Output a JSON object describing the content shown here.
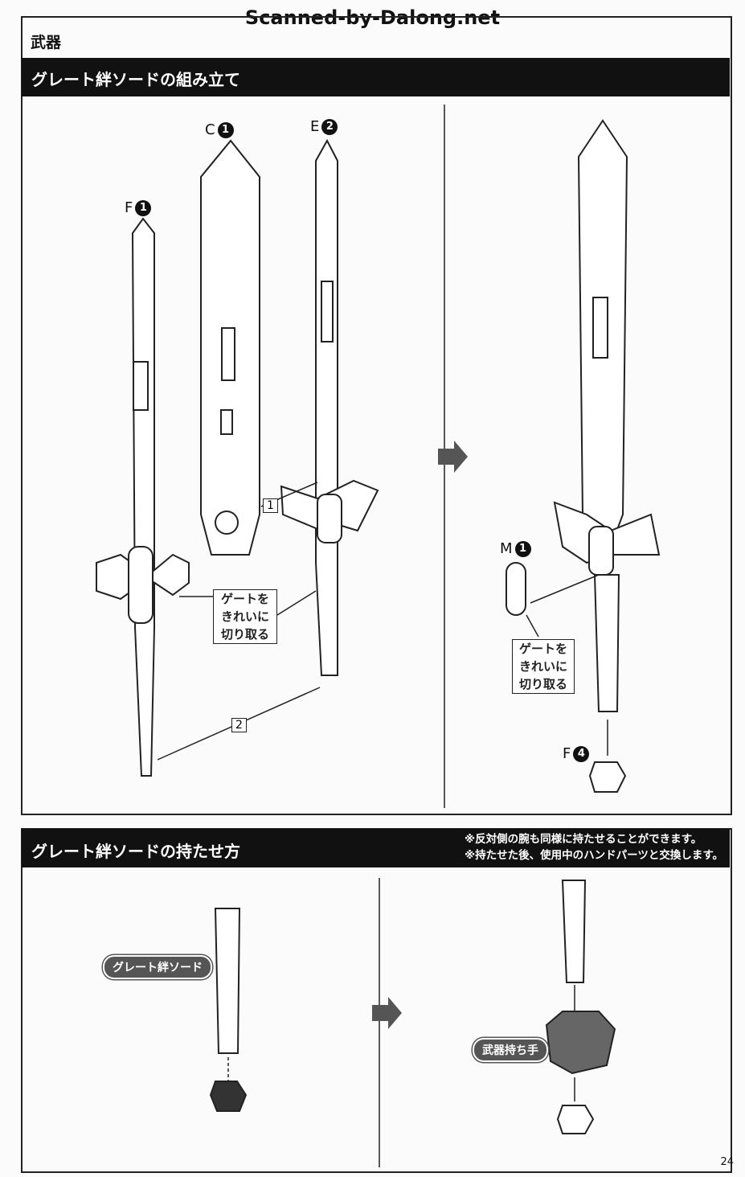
{
  "watermark": "Scanned-by-Dalong.net",
  "category_title": "武器",
  "section1": {
    "title": "グレート絆ソードの組み立て",
    "parts": [
      {
        "letter": "F",
        "num": "1"
      },
      {
        "letter": "C",
        "num": "1"
      },
      {
        "letter": "E",
        "num": "2"
      },
      {
        "letter": "M",
        "num": "1"
      },
      {
        "letter": "F",
        "num": "4"
      }
    ],
    "steps": [
      "1",
      "2"
    ],
    "gate_note_lines": [
      "ゲートを",
      "きれいに",
      "切り取る"
    ]
  },
  "section2": {
    "title": "グレート絆ソードの持たせ方",
    "notes": [
      "※反対側の腕も同様に持たせることができます。",
      "※持たせた後、使用中のハンドパーツと交換します。"
    ],
    "label_sword": "グレート絆ソード",
    "label_grip": "武器持ち手"
  },
  "page_number": "24"
}
